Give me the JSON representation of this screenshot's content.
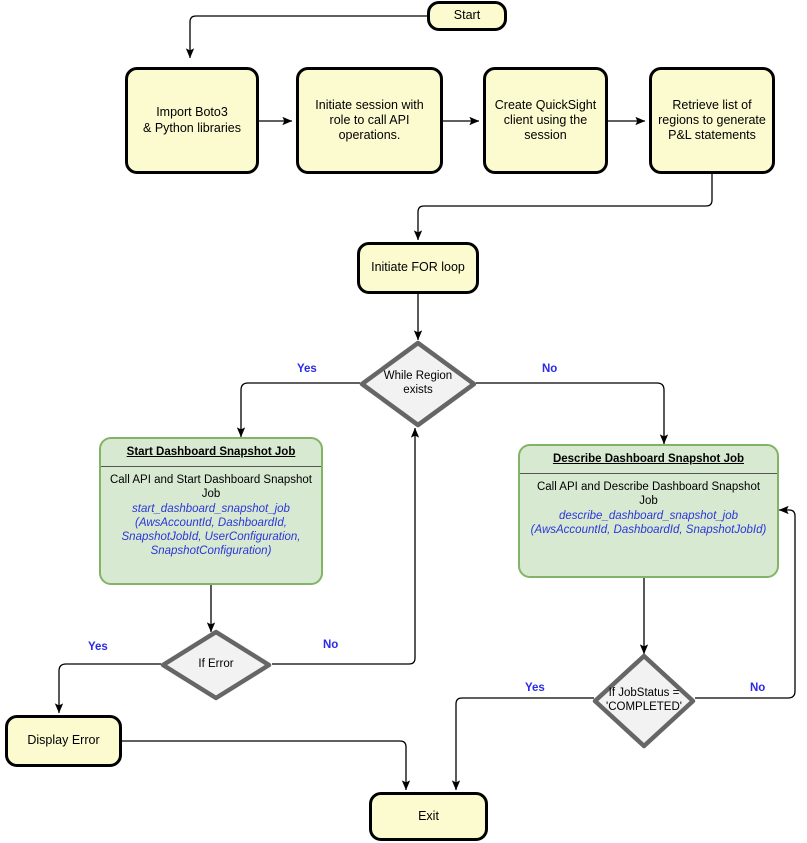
{
  "diagram": {
    "title": "QuickSight Dashboard Snapshot Job Flowchart",
    "colors": {
      "process_fill": "#fcfbcf",
      "process_stroke": "#000000",
      "api_fill": "#d8e9d2",
      "api_stroke": "#82b366",
      "decision_fill": "#f2f2f2",
      "decision_stroke": "#666666",
      "branch_label": "#2a2ae8",
      "api_call_text": "#2a36d8",
      "wire": "#000000"
    }
  },
  "nodes": {
    "start": {
      "label": "Start"
    },
    "import_boto3": {
      "line1": "Import Boto3",
      "line2": "& Python libraries"
    },
    "initiate_session": {
      "label": "Initiate session with role to call API operations."
    },
    "create_client": {
      "label": "Create QuickSight client using the session"
    },
    "retrieve_regions": {
      "label": "Retrieve list of regions to generate P&L statements"
    },
    "for_loop": {
      "label": "Initiate FOR loop"
    },
    "while_region": {
      "line1": "While Region",
      "line2": "exists"
    },
    "start_snapshot": {
      "title": "Start Dashboard Snapshot Job",
      "description": "Call API and Start Dashboard Snapshot Job",
      "api_call": "start_dashboard_snapshot_job (AwsAccountId, DashboardId, SnapshotJobId, UserConfiguration, SnapshotConfiguration)"
    },
    "describe_snapshot": {
      "title": "Describe Dashboard Snapshot Job",
      "description": "Call API and Describe Dashboard Snapshot Job",
      "api_call": "describe_dashboard_snapshot_job (AwsAccountId, DashboardId, SnapshotJobId)"
    },
    "if_error": {
      "label": "If Error"
    },
    "if_jobstatus": {
      "line1": "If JobStatus =",
      "line2": "'COMPLETED'"
    },
    "display_error": {
      "label": "Display Error"
    },
    "exit": {
      "label": "Exit"
    }
  },
  "edge_labels": {
    "while_region_yes": "Yes",
    "while_region_no": "No",
    "if_error_yes": "Yes",
    "if_error_no": "No",
    "if_jobstatus_yes": "Yes",
    "if_jobstatus_no": "No"
  },
  "flow": [
    {
      "from": "start",
      "to": "import_boto3",
      "label": ""
    },
    {
      "from": "import_boto3",
      "to": "initiate_session",
      "label": ""
    },
    {
      "from": "initiate_session",
      "to": "create_client",
      "label": ""
    },
    {
      "from": "create_client",
      "to": "retrieve_regions",
      "label": ""
    },
    {
      "from": "retrieve_regions",
      "to": "for_loop",
      "label": ""
    },
    {
      "from": "for_loop",
      "to": "while_region",
      "label": ""
    },
    {
      "from": "while_region",
      "to": "start_snapshot",
      "label": "Yes"
    },
    {
      "from": "while_region",
      "to": "describe_snapshot",
      "label": "No"
    },
    {
      "from": "start_snapshot",
      "to": "if_error",
      "label": ""
    },
    {
      "from": "if_error",
      "to": "display_error",
      "label": "Yes"
    },
    {
      "from": "if_error",
      "to": "while_region",
      "label": "No"
    },
    {
      "from": "display_error",
      "to": "exit",
      "label": ""
    },
    {
      "from": "describe_snapshot",
      "to": "if_jobstatus",
      "label": ""
    },
    {
      "from": "if_jobstatus",
      "to": "exit",
      "label": "Yes"
    },
    {
      "from": "if_jobstatus",
      "to": "describe_snapshot",
      "label": "No"
    }
  ]
}
